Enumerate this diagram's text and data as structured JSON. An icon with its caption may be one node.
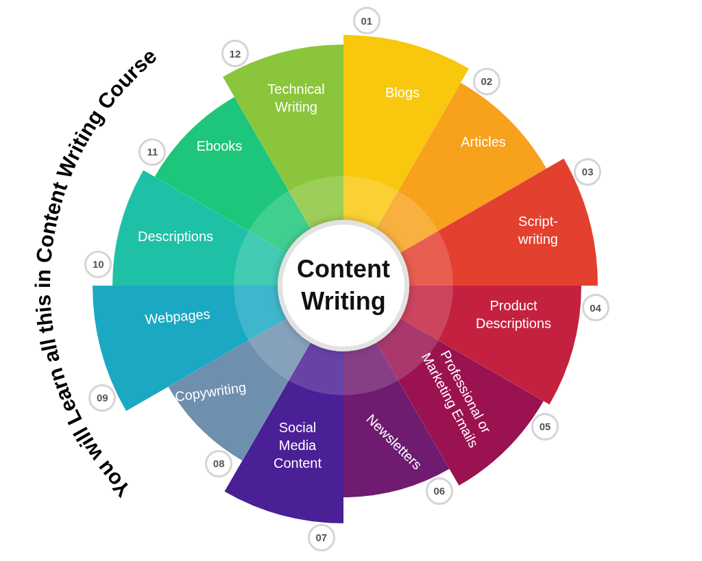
{
  "diagram": {
    "title": "You will Learn all this in Content Writing Course",
    "nodes": [
      {
        "text": [
          "Content Writing"
        ]
      },
      {
        "text": [
          "Blogs"
        ],
        "beside": [
          "01"
        ]
      },
      {
        "text": [
          "Articles"
        ],
        "beside": [
          "02"
        ]
      },
      {
        "text": [
          "Script-writing"
        ],
        "beside": [
          "03"
        ]
      },
      {
        "text": [
          "Product Descriptions"
        ],
        "beside": [
          "04"
        ]
      },
      {
        "text": [
          "Professional or Marketing Emails"
        ],
        "beside": [
          "05"
        ]
      },
      {
        "text": [
          "Newsletters"
        ],
        "beside": [
          "06"
        ]
      },
      {
        "text": [
          "Social Media Content"
        ],
        "beside": [
          "07"
        ]
      },
      {
        "text": [
          "Copywriting"
        ],
        "beside": [
          "08"
        ]
      },
      {
        "text": [
          "Webpages"
        ],
        "beside": [
          "09"
        ]
      },
      {
        "text": [
          "Descriptions"
        ],
        "beside": [
          "10"
        ]
      },
      {
        "text": [
          "Ebooks"
        ],
        "beside": [
          "11"
        ]
      },
      {
        "text": [
          "Technical Writing"
        ],
        "beside": [
          "12"
        ]
      }
    ]
  }
}
